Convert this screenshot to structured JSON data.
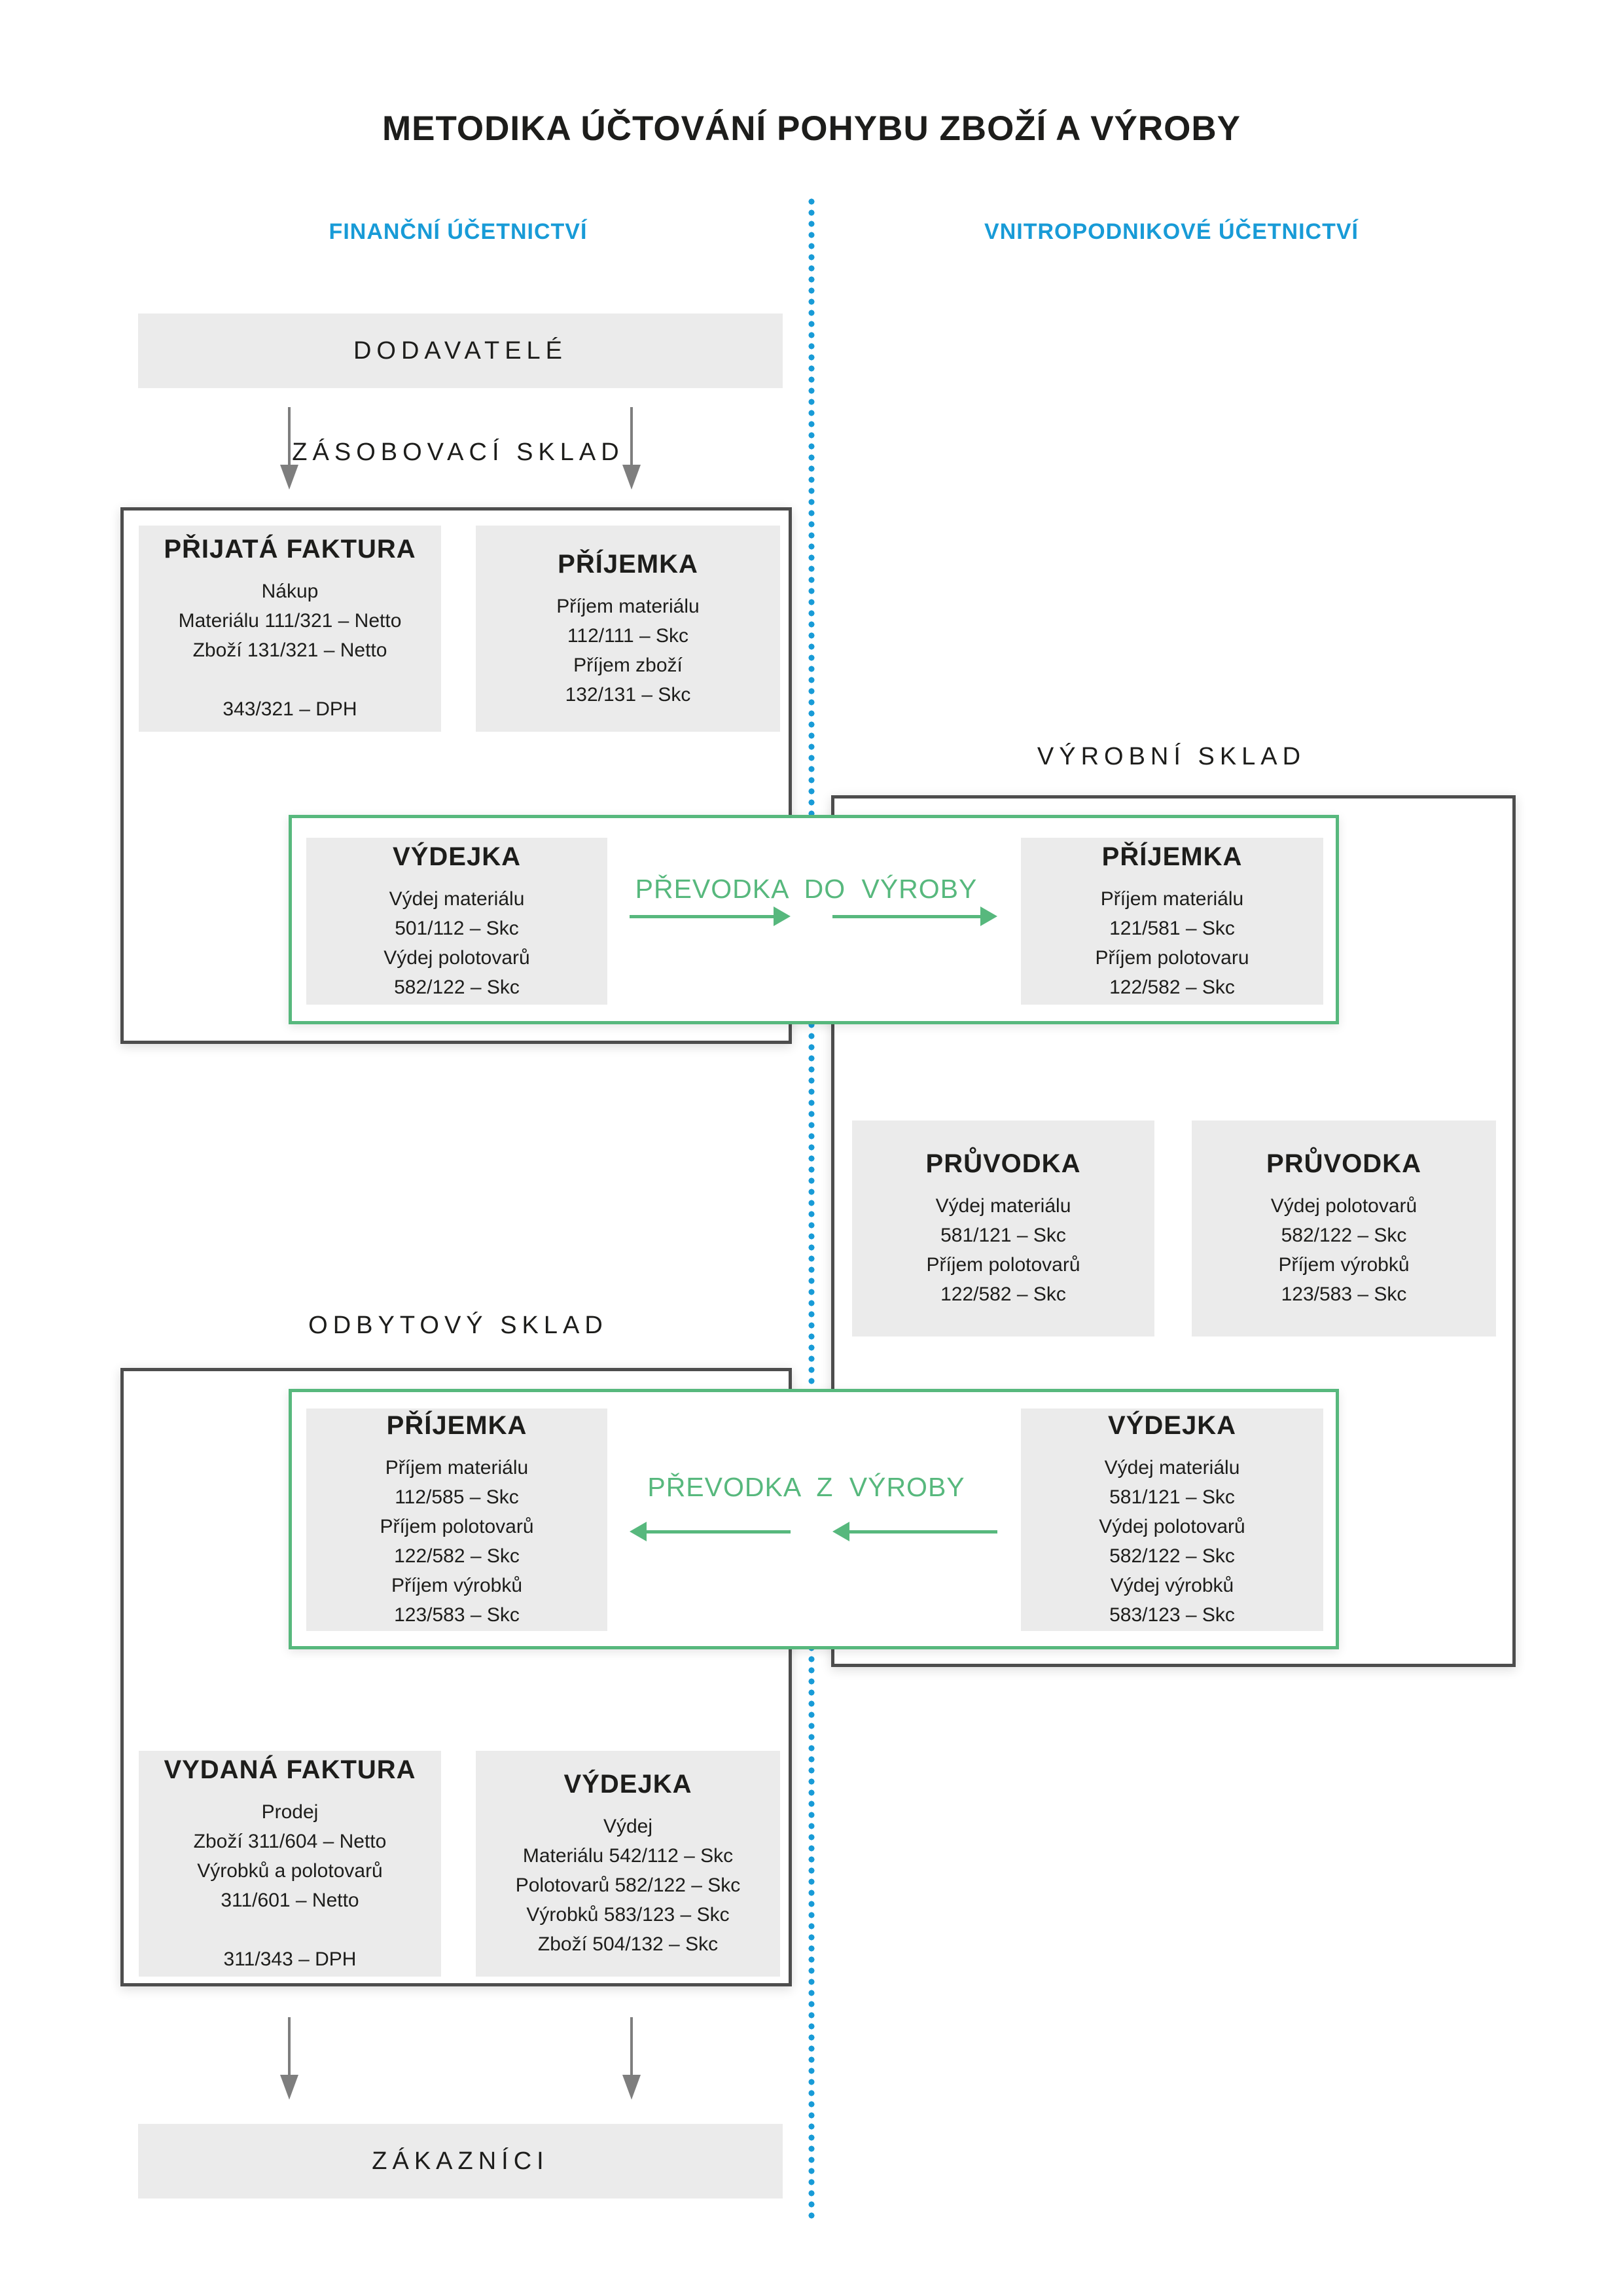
{
  "title": "METODIKA ÚČTOVÁNÍ POHYBU ZBOŽÍ A VÝROBY",
  "columns": {
    "left": "FINANČNÍ ÚČETNICTVÍ",
    "right": "VNITROPODNIKOVÉ ÚČETNICTVÍ"
  },
  "terminals": {
    "suppliers": "DODAVATELÉ",
    "customers": "ZÁKAZNÍCI"
  },
  "sections": {
    "supply": "ZÁSOBOVACÍ SKLAD",
    "production": "VÝROBNÍ SKLAD",
    "sales": "ODBYTOVÝ SKLAD"
  },
  "transfers": {
    "to_production": "PŘEVODKA DO VÝROBY",
    "from_production": "PŘEVODKA Z VÝROBY"
  },
  "cards": {
    "prijata_faktura": {
      "title": "PŘIJATÁ FAKTURA",
      "lines": [
        "Nákup",
        "Materiálu 111/321 – Netto",
        "Zboží 131/321 – Netto",
        "",
        "343/321 – DPH"
      ]
    },
    "prijemka_supply": {
      "title": "PŘÍJEMKA",
      "lines": [
        "Příjem materiálu",
        "112/111 – Skc",
        "Příjem zboží",
        "132/131 – Skc"
      ]
    },
    "vydejka_to_production": {
      "title": "VÝDEJKA",
      "lines": [
        "Výdej materiálu",
        "501/112 – Skc",
        "Výdej polotovarů",
        "582/122 – Skc"
      ]
    },
    "prijemka_production": {
      "title": "PŘÍJEMKA",
      "lines": [
        "Příjem materiálu",
        "121/581 – Skc",
        "Příjem polotovaru",
        "122/582 – Skc"
      ]
    },
    "pruvodka_1": {
      "title": "PRŮVODKA",
      "lines": [
        "Výdej materiálu",
        "581/121 – Skc",
        "Příjem polotovarů",
        "122/582 – Skc"
      ]
    },
    "pruvodka_2": {
      "title": "PRŮVODKA",
      "lines": [
        "Výdej polotovarů",
        "582/122 – Skc",
        "Příjem výrobků",
        "123/583 – Skc"
      ]
    },
    "prijemka_sales": {
      "title": "PŘÍJEMKA",
      "lines": [
        "Příjem materiálu",
        "112/585 – Skc",
        "Příjem polotovarů",
        "122/582 – Skc",
        "Příjem výrobků",
        "123/583 – Skc"
      ]
    },
    "vydejka_from_production": {
      "title": "VÝDEJKA",
      "lines": [
        "Výdej materiálu",
        "581/121 – Skc",
        "Výdej polotovarů",
        "582/122 – Skc",
        "Výdej výrobků",
        "583/123 – Skc"
      ]
    },
    "vydana_faktura": {
      "title": "VYDANÁ FAKTURA",
      "lines": [
        "Prodej",
        "Zboží 311/604 – Netto",
        "Výrobků a polotovarů",
        "311/601 – Netto",
        "",
        "311/343 – DPH"
      ]
    },
    "vydejka_sale": {
      "title": "VÝDEJKA",
      "lines": [
        "Výdej",
        "Materiálu 542/112 – Skc",
        "Polotovarů 582/122 – Skc",
        "Výrobků 583/123 – Skc",
        "Zboží 504/132 – Skc"
      ]
    }
  },
  "colors": {
    "accent_blue": "#189bd7",
    "accent_green": "#57b87d",
    "card_fill": "#ebebeb",
    "frame_border": "#4d4d4d",
    "arrow_gray": "#7e7e7e",
    "text": "#1d1d1b"
  }
}
